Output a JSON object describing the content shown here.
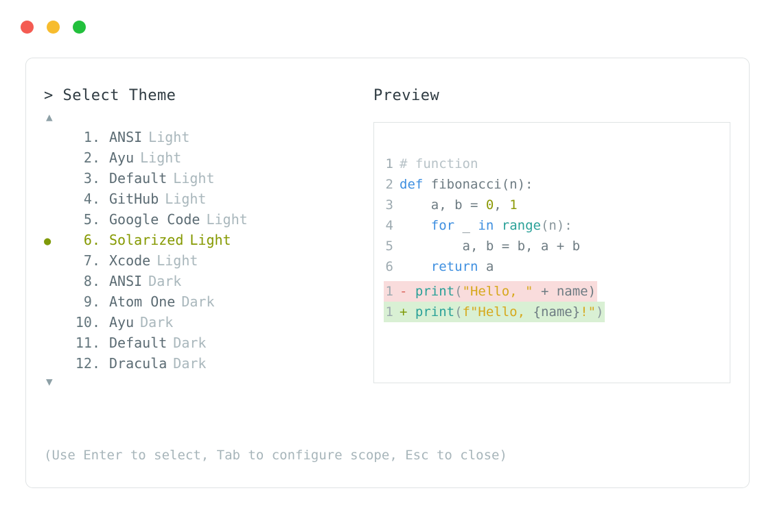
{
  "window": {
    "dots": [
      {
        "name": "close",
        "color": "#f45b52"
      },
      {
        "name": "minimize",
        "color": "#f7bc2e"
      },
      {
        "name": "maximize",
        "color": "#22c03c"
      }
    ]
  },
  "left": {
    "heading": "> Select Theme",
    "scroll_up_icon": "▲",
    "scroll_down_icon": "▼",
    "selected_bullet": "●",
    "items": [
      {
        "index": "1.",
        "name": "ANSI",
        "variant": "Light",
        "selected": false
      },
      {
        "index": "2.",
        "name": "Ayu",
        "variant": "Light",
        "selected": false
      },
      {
        "index": "3.",
        "name": "Default",
        "variant": "Light",
        "selected": false
      },
      {
        "index": "4.",
        "name": "GitHub",
        "variant": "Light",
        "selected": false
      },
      {
        "index": "5.",
        "name": "Google Code",
        "variant": "Light",
        "selected": false
      },
      {
        "index": "6.",
        "name": "Solarized",
        "variant": "Light",
        "selected": true
      },
      {
        "index": "7.",
        "name": "Xcode",
        "variant": "Light",
        "selected": false
      },
      {
        "index": "8.",
        "name": "ANSI",
        "variant": "Dark",
        "selected": false
      },
      {
        "index": "9.",
        "name": "Atom One",
        "variant": "Dark",
        "selected": false
      },
      {
        "index": "10.",
        "name": "Ayu",
        "variant": "Dark",
        "selected": false
      },
      {
        "index": "11.",
        "name": "Default",
        "variant": "Dark",
        "selected": false
      },
      {
        "index": "12.",
        "name": "Dracula",
        "variant": "Dark",
        "selected": false
      }
    ]
  },
  "right": {
    "heading": "Preview",
    "code_lines": [
      {
        "ln": "1",
        "tokens": [
          {
            "t": "# function",
            "c": "comment"
          }
        ]
      },
      {
        "ln": "2",
        "tokens": [
          {
            "t": "def",
            "c": "kw"
          },
          {
            "t": " fibonacci(n):",
            "c": "plain"
          }
        ]
      },
      {
        "ln": "3",
        "tokens": [
          {
            "t": "    a, b = ",
            "c": "plain"
          },
          {
            "t": "0",
            "c": "num"
          },
          {
            "t": ", ",
            "c": "plain"
          },
          {
            "t": "1",
            "c": "num"
          }
        ]
      },
      {
        "ln": "4",
        "tokens": [
          {
            "t": "    ",
            "c": "plain"
          },
          {
            "t": "for",
            "c": "kw"
          },
          {
            "t": " _ ",
            "c": "plain"
          },
          {
            "t": "in",
            "c": "kw"
          },
          {
            "t": " ",
            "c": "plain"
          },
          {
            "t": "range",
            "c": "fn"
          },
          {
            "t": "(n):",
            "c": "punct"
          }
        ]
      },
      {
        "ln": "5",
        "tokens": [
          {
            "t": "        a, b = b, a + b",
            "c": "plain"
          }
        ]
      },
      {
        "ln": "6",
        "tokens": [
          {
            "t": "    ",
            "c": "plain"
          },
          {
            "t": "return",
            "c": "kw"
          },
          {
            "t": " a",
            "c": "plain"
          }
        ]
      }
    ],
    "diff_lines": [
      {
        "ln": "1",
        "kind": "del",
        "marker": "-",
        "tokens": [
          {
            "t": "print",
            "c": "fn"
          },
          {
            "t": "(",
            "c": "punct"
          },
          {
            "t": "\"Hello, \"",
            "c": "str"
          },
          {
            "t": " + name)",
            "c": "plain"
          }
        ]
      },
      {
        "ln": "1",
        "kind": "add",
        "marker": "+",
        "tokens": [
          {
            "t": "print",
            "c": "fn"
          },
          {
            "t": "(",
            "c": "punct"
          },
          {
            "t": "f\"Hello, ",
            "c": "str"
          },
          {
            "t": "{name}",
            "c": "plain"
          },
          {
            "t": "!\"",
            "c": "str"
          },
          {
            "t": ")",
            "c": "punct"
          }
        ]
      }
    ]
  },
  "footer": {
    "hint": "(Use Enter to select, Tab to configure scope, Esc to close)"
  }
}
